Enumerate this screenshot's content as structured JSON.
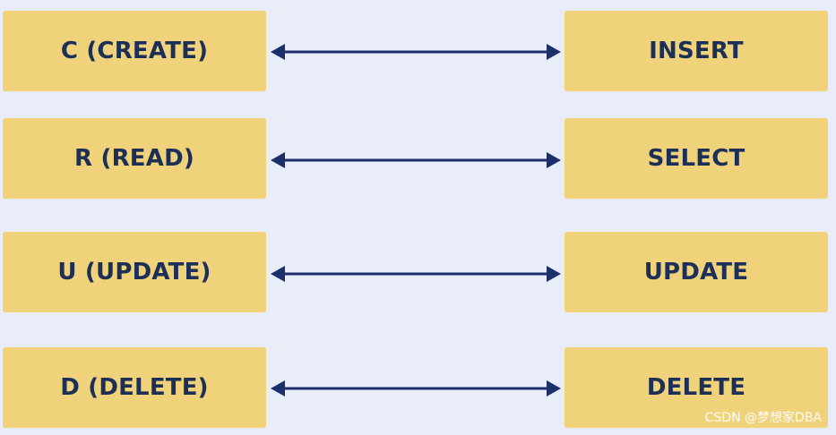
{
  "colors": {
    "background": "#e8edf7",
    "box_fill": "#f0d27a",
    "text": "#1c2f57",
    "arrow": "#1c2f6b"
  },
  "rows": [
    {
      "left": "C (CREATE)",
      "right": "INSERT"
    },
    {
      "left": "R (READ)",
      "right": "SELECT"
    },
    {
      "left": "U (UPDATE)",
      "right": "UPDATE"
    },
    {
      "left": "D (DELETE)",
      "right": "DELETE"
    }
  ],
  "arrow_icon": "double-headed-arrow-icon",
  "watermark": "CSDN @梦想家DBA"
}
